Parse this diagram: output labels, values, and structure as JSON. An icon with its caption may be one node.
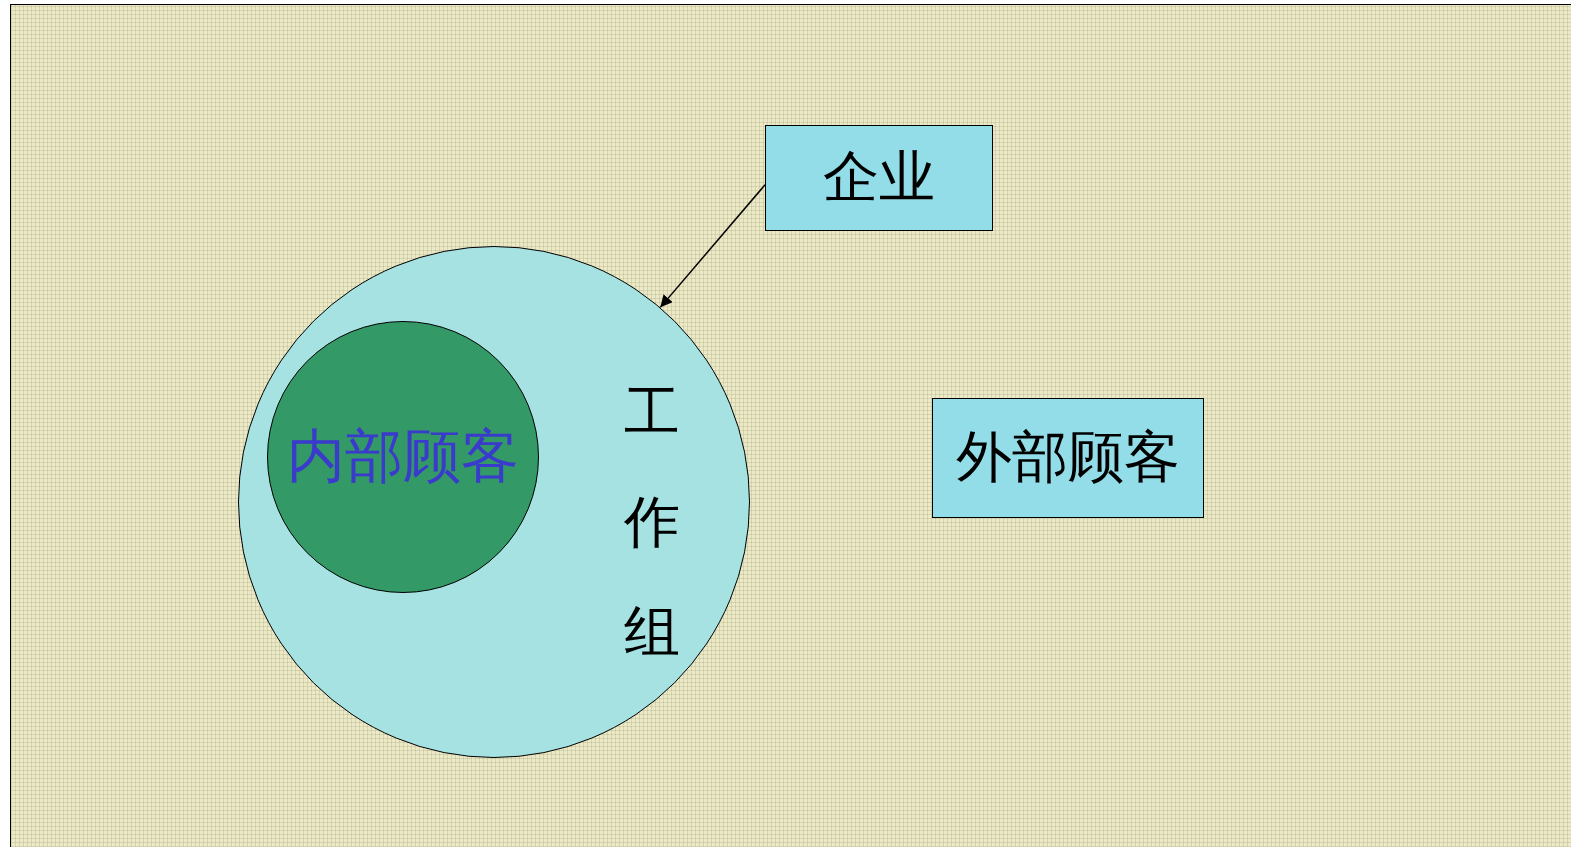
{
  "diagram": {
    "nodes": [
      {
        "text": [
          "企业"
        ]
      },
      {
        "text": [
          "工作组"
        ]
      },
      {
        "text": [
          "内部顾客"
        ],
        "in": 1
      },
      {
        "text": [
          "外部顾客"
        ]
      }
    ],
    "edges": [
      {
        "from": 0,
        "to": 1,
        "arrow": "to"
      }
    ]
  }
}
